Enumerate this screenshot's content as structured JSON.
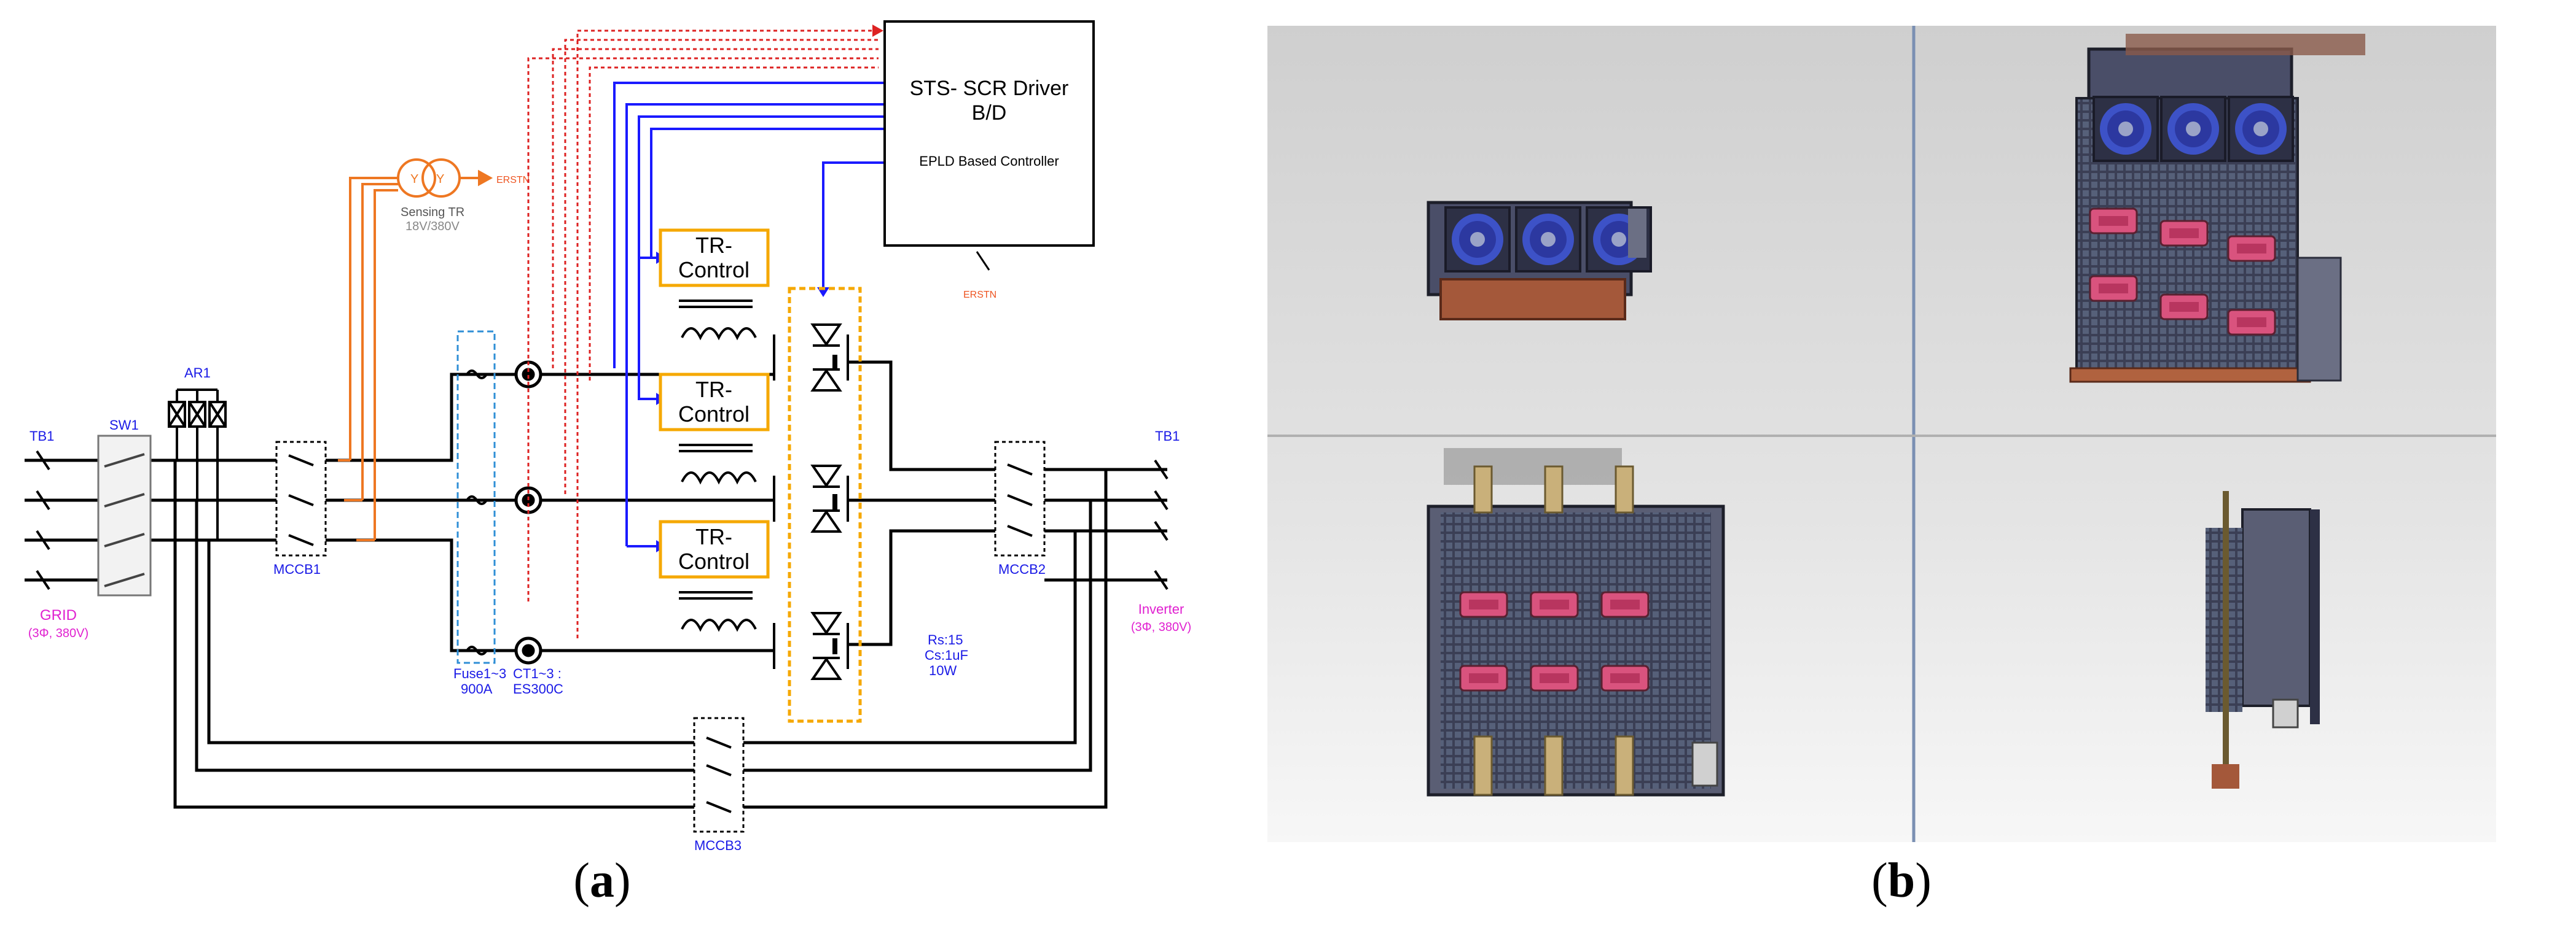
{
  "colors": {
    "wire": "#000000",
    "sensing": "#ee7722",
    "control": "#1a1aff",
    "feedback": "#dd2222",
    "module": "#f5a800",
    "fuse_box": "#2f8fd6",
    "label_blue": "#1a1ae6",
    "label_magenta": "#e020d0",
    "label_orange": "#ee5522",
    "label_gray": "#888888"
  },
  "panel_a": {
    "caption_open": "(",
    "caption_letter": "a",
    "caption_close": ")",
    "grid_label": "GRID",
    "grid_spec": "(3Φ, 380V)",
    "inverter_label": "Inverter",
    "inverter_spec": "(3Φ, 380V)",
    "tb1_left": "TB1",
    "tb1_right": "TB1",
    "sw1": "SW1",
    "ar1": "AR1",
    "mccb1": "MCCB1",
    "mccb2": "MCCB2",
    "mccb3": "MCCB3",
    "sensing_tr": "Sensing TR",
    "sensing_tr_spec": "18V/380V",
    "sensing_y1": "Y",
    "sensing_y2": "Y",
    "e_rstn_top": "ERSTN",
    "e_rstn_bottom": "ERSTN",
    "driver_title_1": "STS- SCR Driver",
    "driver_title_2": "B/D",
    "driver_subtitle": "EPLD Based Controller",
    "tr_control_1": "TR-",
    "tr_control_2": "Control",
    "fuse_label": "Fuse1~3",
    "fuse_spec": "900A",
    "ct_label": "CT1~3 :",
    "ct_spec": "ES300C",
    "snubber_rs": "Rs:15",
    "snubber_cs": "Cs:1uF",
    "snubber_w": "10W"
  },
  "panel_b": {
    "caption_open": "(",
    "caption_letter": "b",
    "caption_close": ")",
    "views": [
      "top-view",
      "isometric-view",
      "front-view",
      "side-view"
    ]
  }
}
